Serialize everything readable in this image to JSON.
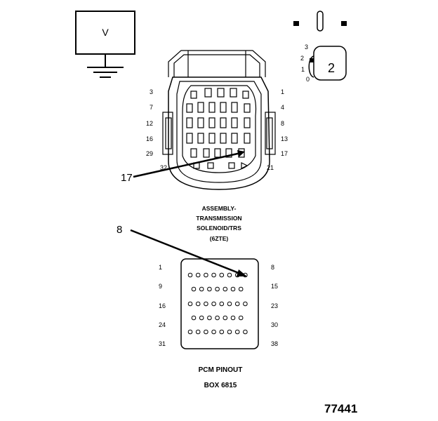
{
  "meter": {
    "symbol": "V"
  },
  "key_icon": {
    "positions": [
      "3",
      "2",
      "1",
      "0"
    ],
    "key_number": "2"
  },
  "connector": {
    "left_pins": [
      "3",
      "7",
      "12",
      "16",
      "29"
    ],
    "right_pins": [
      "1",
      "4",
      "8",
      "13",
      "17"
    ],
    "bottom_left": "32",
    "bottom_right": "21",
    "callout": "17",
    "label": [
      "ASSEMBLY-",
      "TRANSMISSION",
      "SOLENOID/TRS",
      "(6ZTE)"
    ]
  },
  "pcm": {
    "callout": "8",
    "left_pins": [
      "1",
      "9",
      "16",
      "24",
      "31"
    ],
    "right_pins": [
      "8",
      "15",
      "23",
      "30",
      "38"
    ],
    "label_1": "PCM PINOUT",
    "label_2": "BOX 6815"
  },
  "figure_number": "77441"
}
